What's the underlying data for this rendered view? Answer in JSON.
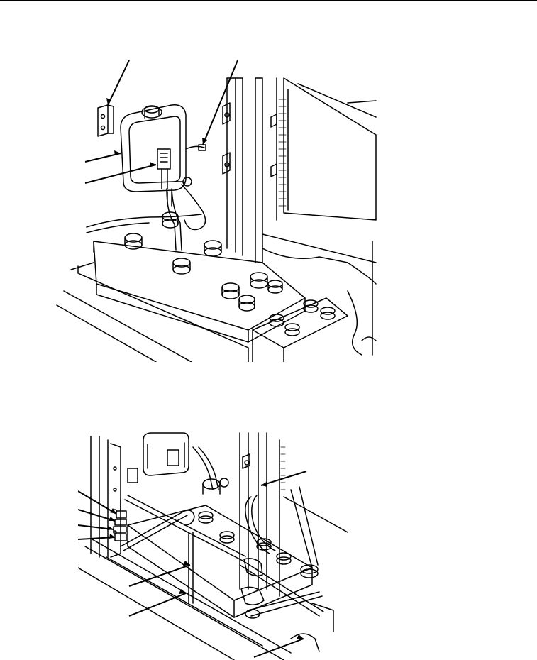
{
  "figures": [
    {
      "name": "battery-box-upper-view",
      "callout_count": 4
    },
    {
      "name": "battery-box-lower-view",
      "callout_count": 8
    }
  ]
}
